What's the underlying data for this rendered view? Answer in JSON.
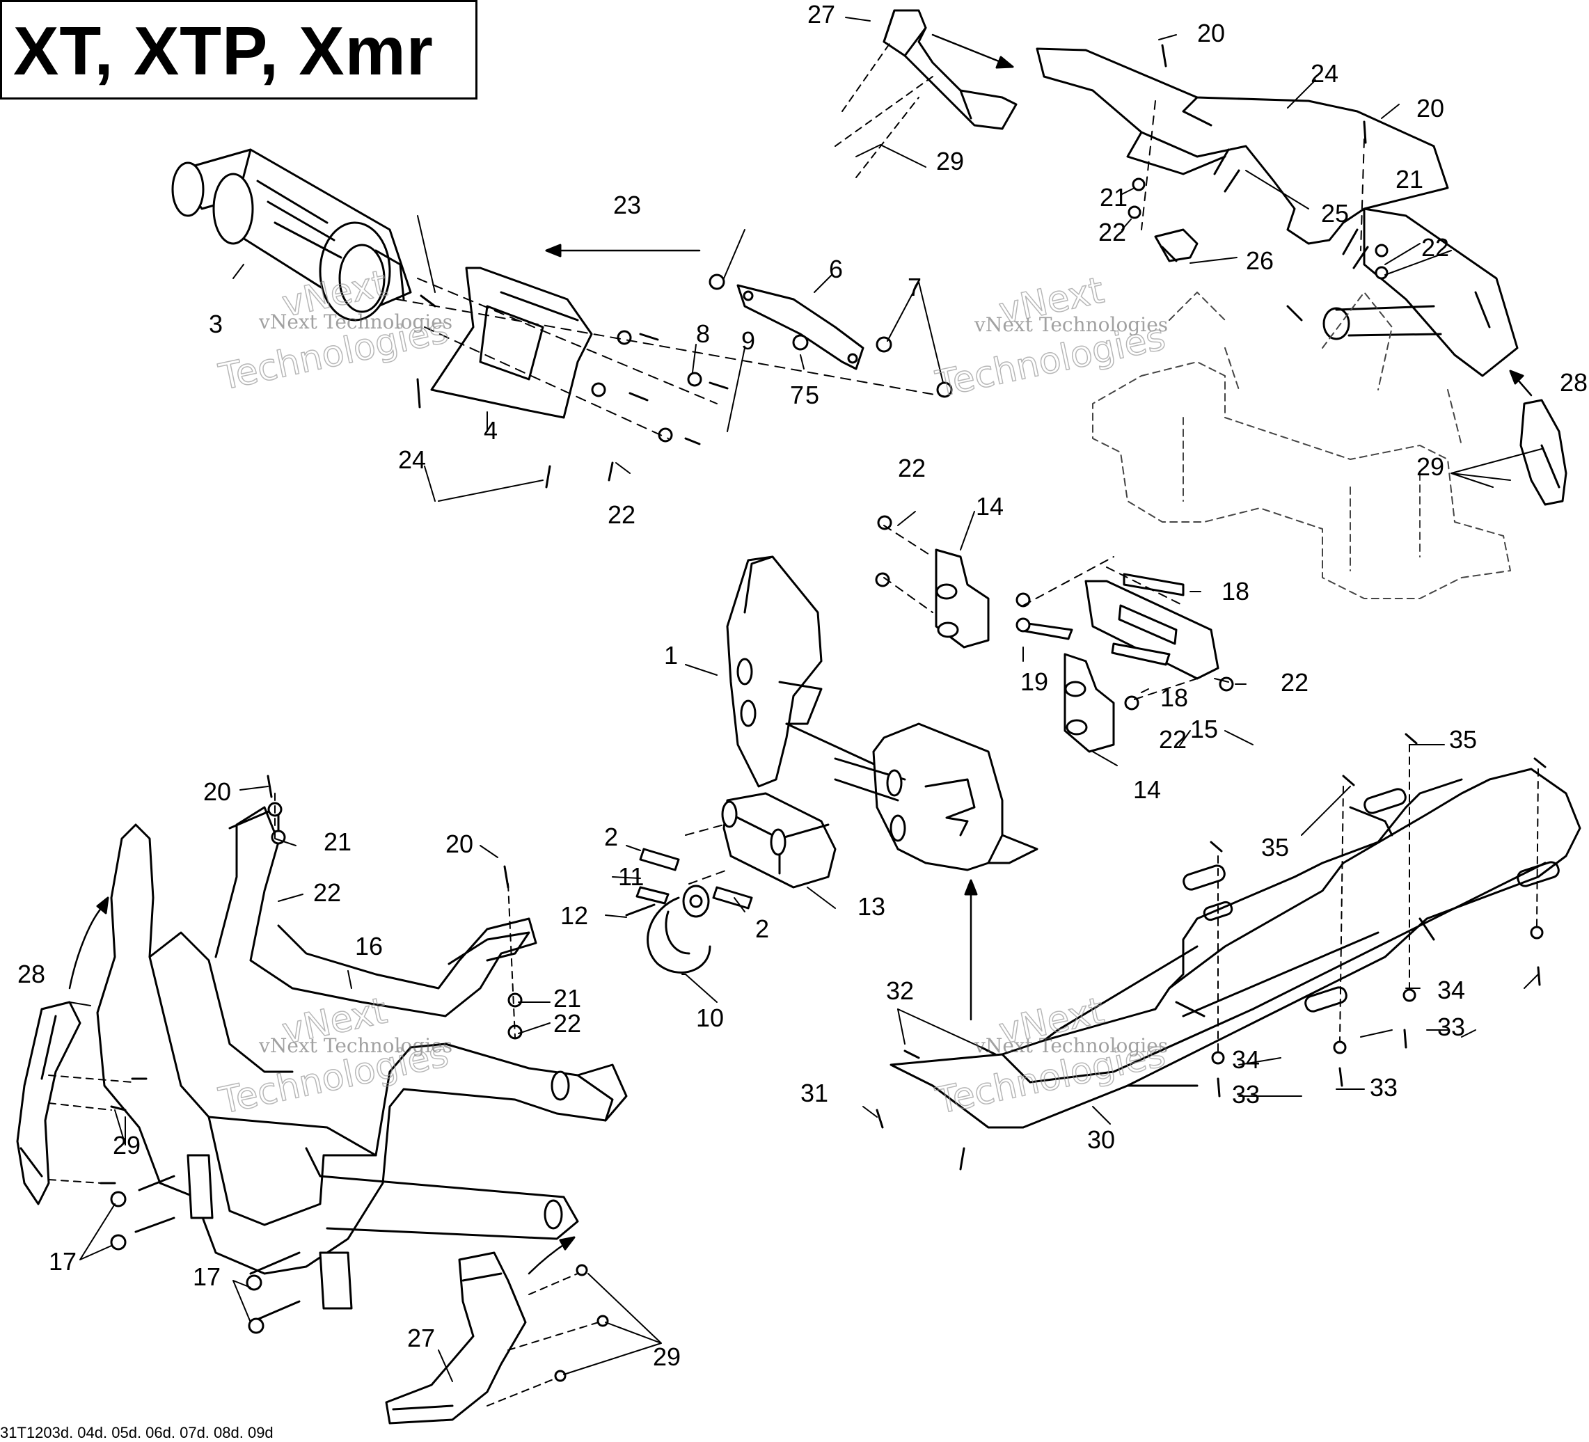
{
  "title": "XT, XTP, Xmr",
  "footer_code": "31T1203d. 04d. 05d. 06d. 07d. 08d. 09d",
  "watermark": {
    "line1": "vNext Technologies",
    "line2a": "vNext",
    "line2b": "Technologies"
  },
  "callouts": [
    "1",
    "2",
    "3",
    "4",
    "5",
    "6",
    "7",
    "8",
    "9",
    "10",
    "11",
    "12",
    "13",
    "14",
    "15",
    "16",
    "17",
    "18",
    "19",
    "20",
    "21",
    "22",
    "23",
    "24",
    "25",
    "26",
    "27",
    "28",
    "29",
    "30",
    "31",
    "32",
    "33",
    "34",
    "35"
  ]
}
